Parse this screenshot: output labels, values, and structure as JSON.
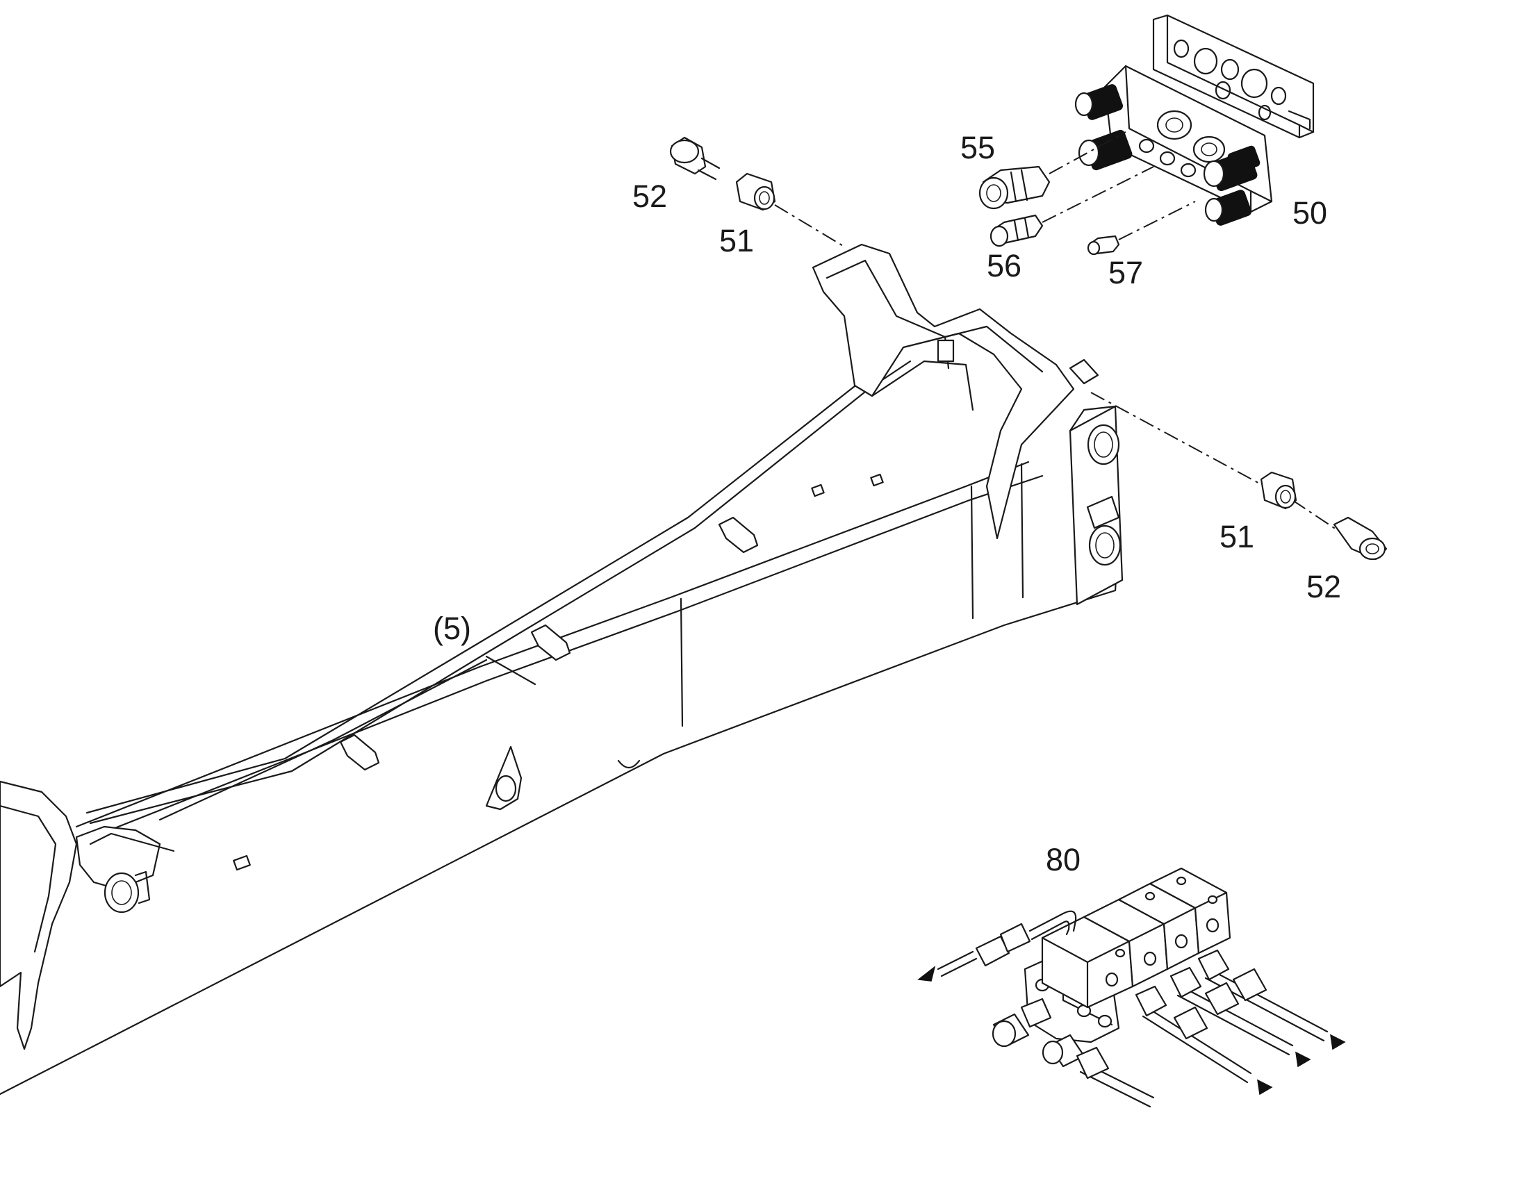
{
  "diagram": {
    "callouts": {
      "c50": "50",
      "c51_top": "51",
      "c51_right": "51",
      "c52_top": "52",
      "c52_right": "52",
      "c55": "55",
      "c56": "56",
      "c57": "57",
      "c80": "80",
      "boom_ref": "(5)"
    }
  }
}
